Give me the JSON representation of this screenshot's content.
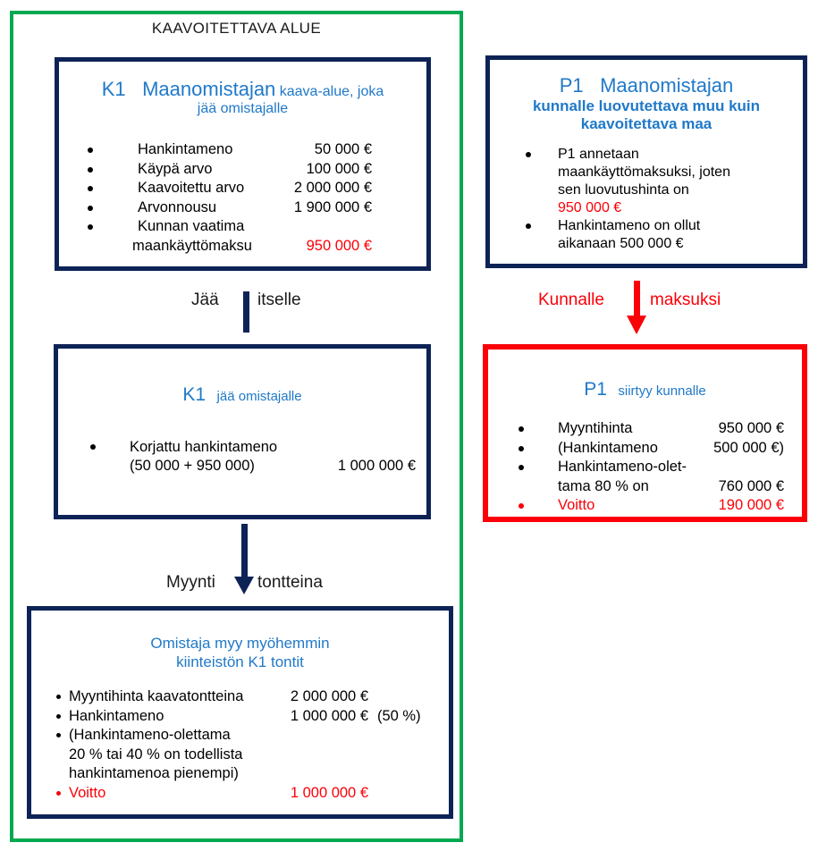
{
  "diagram": {
    "area_title": "KAAVOITETTAVA ALUE",
    "colors": {
      "green_frame": "#00a94f",
      "navy_box": "#0d2356",
      "red_box": "#fb0007",
      "heading_blue": "#2079c8",
      "accent_red": "#fb0007"
    }
  },
  "box_k1_top": {
    "heading_code": "K1",
    "heading_main": "Maanomistajan",
    "heading_rest": "kaava-alue, joka",
    "heading_line2": "jää omistajalle",
    "rows": [
      {
        "label": "Hankintameno",
        "value": "50 000 €",
        "value_red": false
      },
      {
        "label": "Käypä arvo",
        "value": "100 000 €",
        "value_red": false
      },
      {
        "label": "Kaavoitettu arvo",
        "value": "2 000 000 €",
        "value_red": false
      },
      {
        "label": "Arvonnousu",
        "value": "1 900 000 €",
        "value_red": false
      },
      {
        "label": "Kunnan vaatima",
        "label2": "maankäyttömaksu",
        "value": "950 000 €",
        "value_red": true
      }
    ]
  },
  "box_p1_top": {
    "heading_code": "P1",
    "heading_main": "Maanomistajan",
    "heading_line2": "kunnalle luovutettava muu kuin",
    "heading_line3": "kaavoitettava maa",
    "bullets": [
      {
        "lines": [
          "P1 annetaan",
          "maankäyttömaksuksi, joten",
          "sen luovutushinta on"
        ],
        "red_line": "950 000 €"
      },
      {
        "lines": [
          "Hankintameno on ollut",
          "aikanaan 500 000 €"
        ],
        "red_line": ""
      }
    ]
  },
  "arrow_left_1": {
    "label_left": "Jää",
    "label_right": "itselle"
  },
  "arrow_left_2": {
    "label_left": "Myynti",
    "label_right": "tontteina"
  },
  "arrow_right_1": {
    "label_left": "Kunnalle",
    "label_right": "maksuksi"
  },
  "box_k1_mid": {
    "heading_code": "K1",
    "heading_rest": "jää omistajalle",
    "bullet": {
      "line1": "Korjattu hankintameno",
      "line2": "(50 000 + 950 000)",
      "value": "1 000 000 €"
    }
  },
  "box_p1_red": {
    "heading_code": "P1",
    "heading_rest": "siirtyy kunnalle",
    "rows": [
      {
        "label": "Myyntihinta",
        "value": "950 000 €",
        "red": false
      },
      {
        "label": "(Hankintameno",
        "value": "500 000 €)",
        "red": false
      },
      {
        "label": "Hankintameno-olet-",
        "label2": "tama 80 % on",
        "value": "760 000 €",
        "red": false
      },
      {
        "label": "Voitto",
        "value": "190 000 €",
        "red": true
      }
    ]
  },
  "box_k1_bot": {
    "heading_line1": "Omistaja myy myöhemmin",
    "heading_line2": "kiinteistön K1 tontit",
    "rows": [
      {
        "label": "Myyntihinta kaavatontteina",
        "value": "2 000 000 €",
        "extra": "",
        "red": false
      },
      {
        "label": "Hankintameno",
        "value": "1 000 000 €",
        "extra": "(50 %)",
        "red": false
      },
      {
        "label": "(Hankintameno-olettama",
        "label2": "20 % tai 40 % on todellista",
        "label3": "hankintamenoa pienempi)",
        "value": "",
        "extra": "",
        "red": false
      },
      {
        "label": "Voitto",
        "value": "1 000 000 €",
        "extra": "",
        "red": true
      }
    ]
  }
}
